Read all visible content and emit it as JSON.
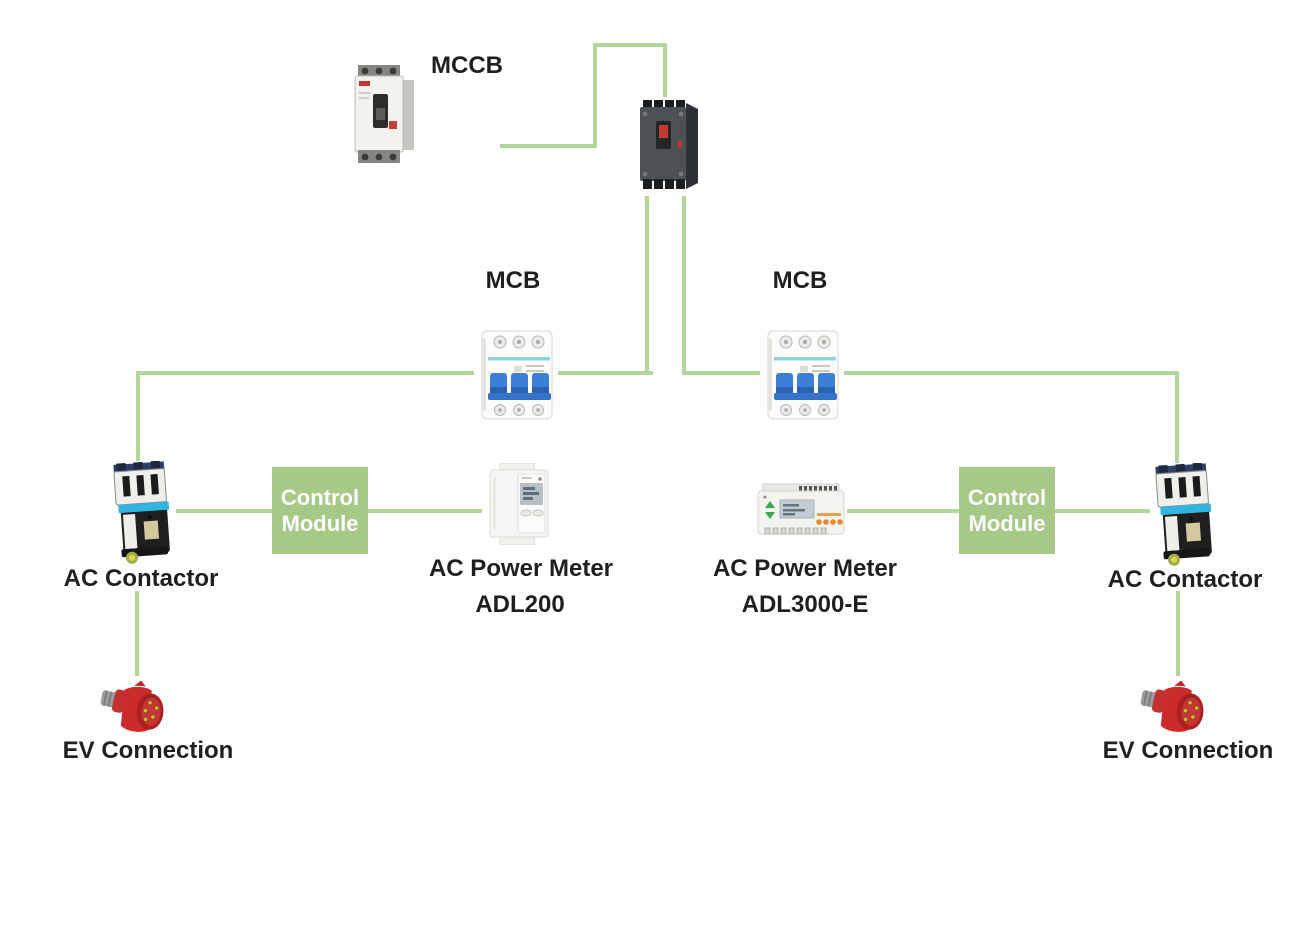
{
  "diagram": {
    "background": "#ffffff",
    "wire_color": "#b2d69a",
    "module_color": "#a6c987",
    "module_text_color": "#ffffff",
    "label_color": "#1f1f1f"
  },
  "labels": {
    "mccb": "MCCB",
    "mcb_left": "MCB",
    "mcb_right": "MCB",
    "contactor_left": "AC Contactor",
    "contactor_right": "AC Contactor",
    "meter_left_name": "AC Power Meter",
    "meter_left_model": "ADL200",
    "meter_right_name": "AC Power Meter",
    "meter_right_model": "ADL3000-E",
    "ev_left": "EV Connection",
    "ev_right": "EV Connection"
  },
  "control_module": {
    "line1": "Control",
    "line2": "Module"
  },
  "images": {
    "mccb_photo": "molded-case-circuit-breaker",
    "main_breaker_photo": "dark-molded-case-circuit-breaker",
    "mcb_photo": "three-pole-miniature-circuit-breaker",
    "contactor_photo": "ac-contactor",
    "adl200_photo": "din-rail-energy-meter-vertical",
    "adl3000_photo": "din-rail-energy-meter-horizontal",
    "ev_plug_photo": "red-cee-industrial-plug"
  }
}
